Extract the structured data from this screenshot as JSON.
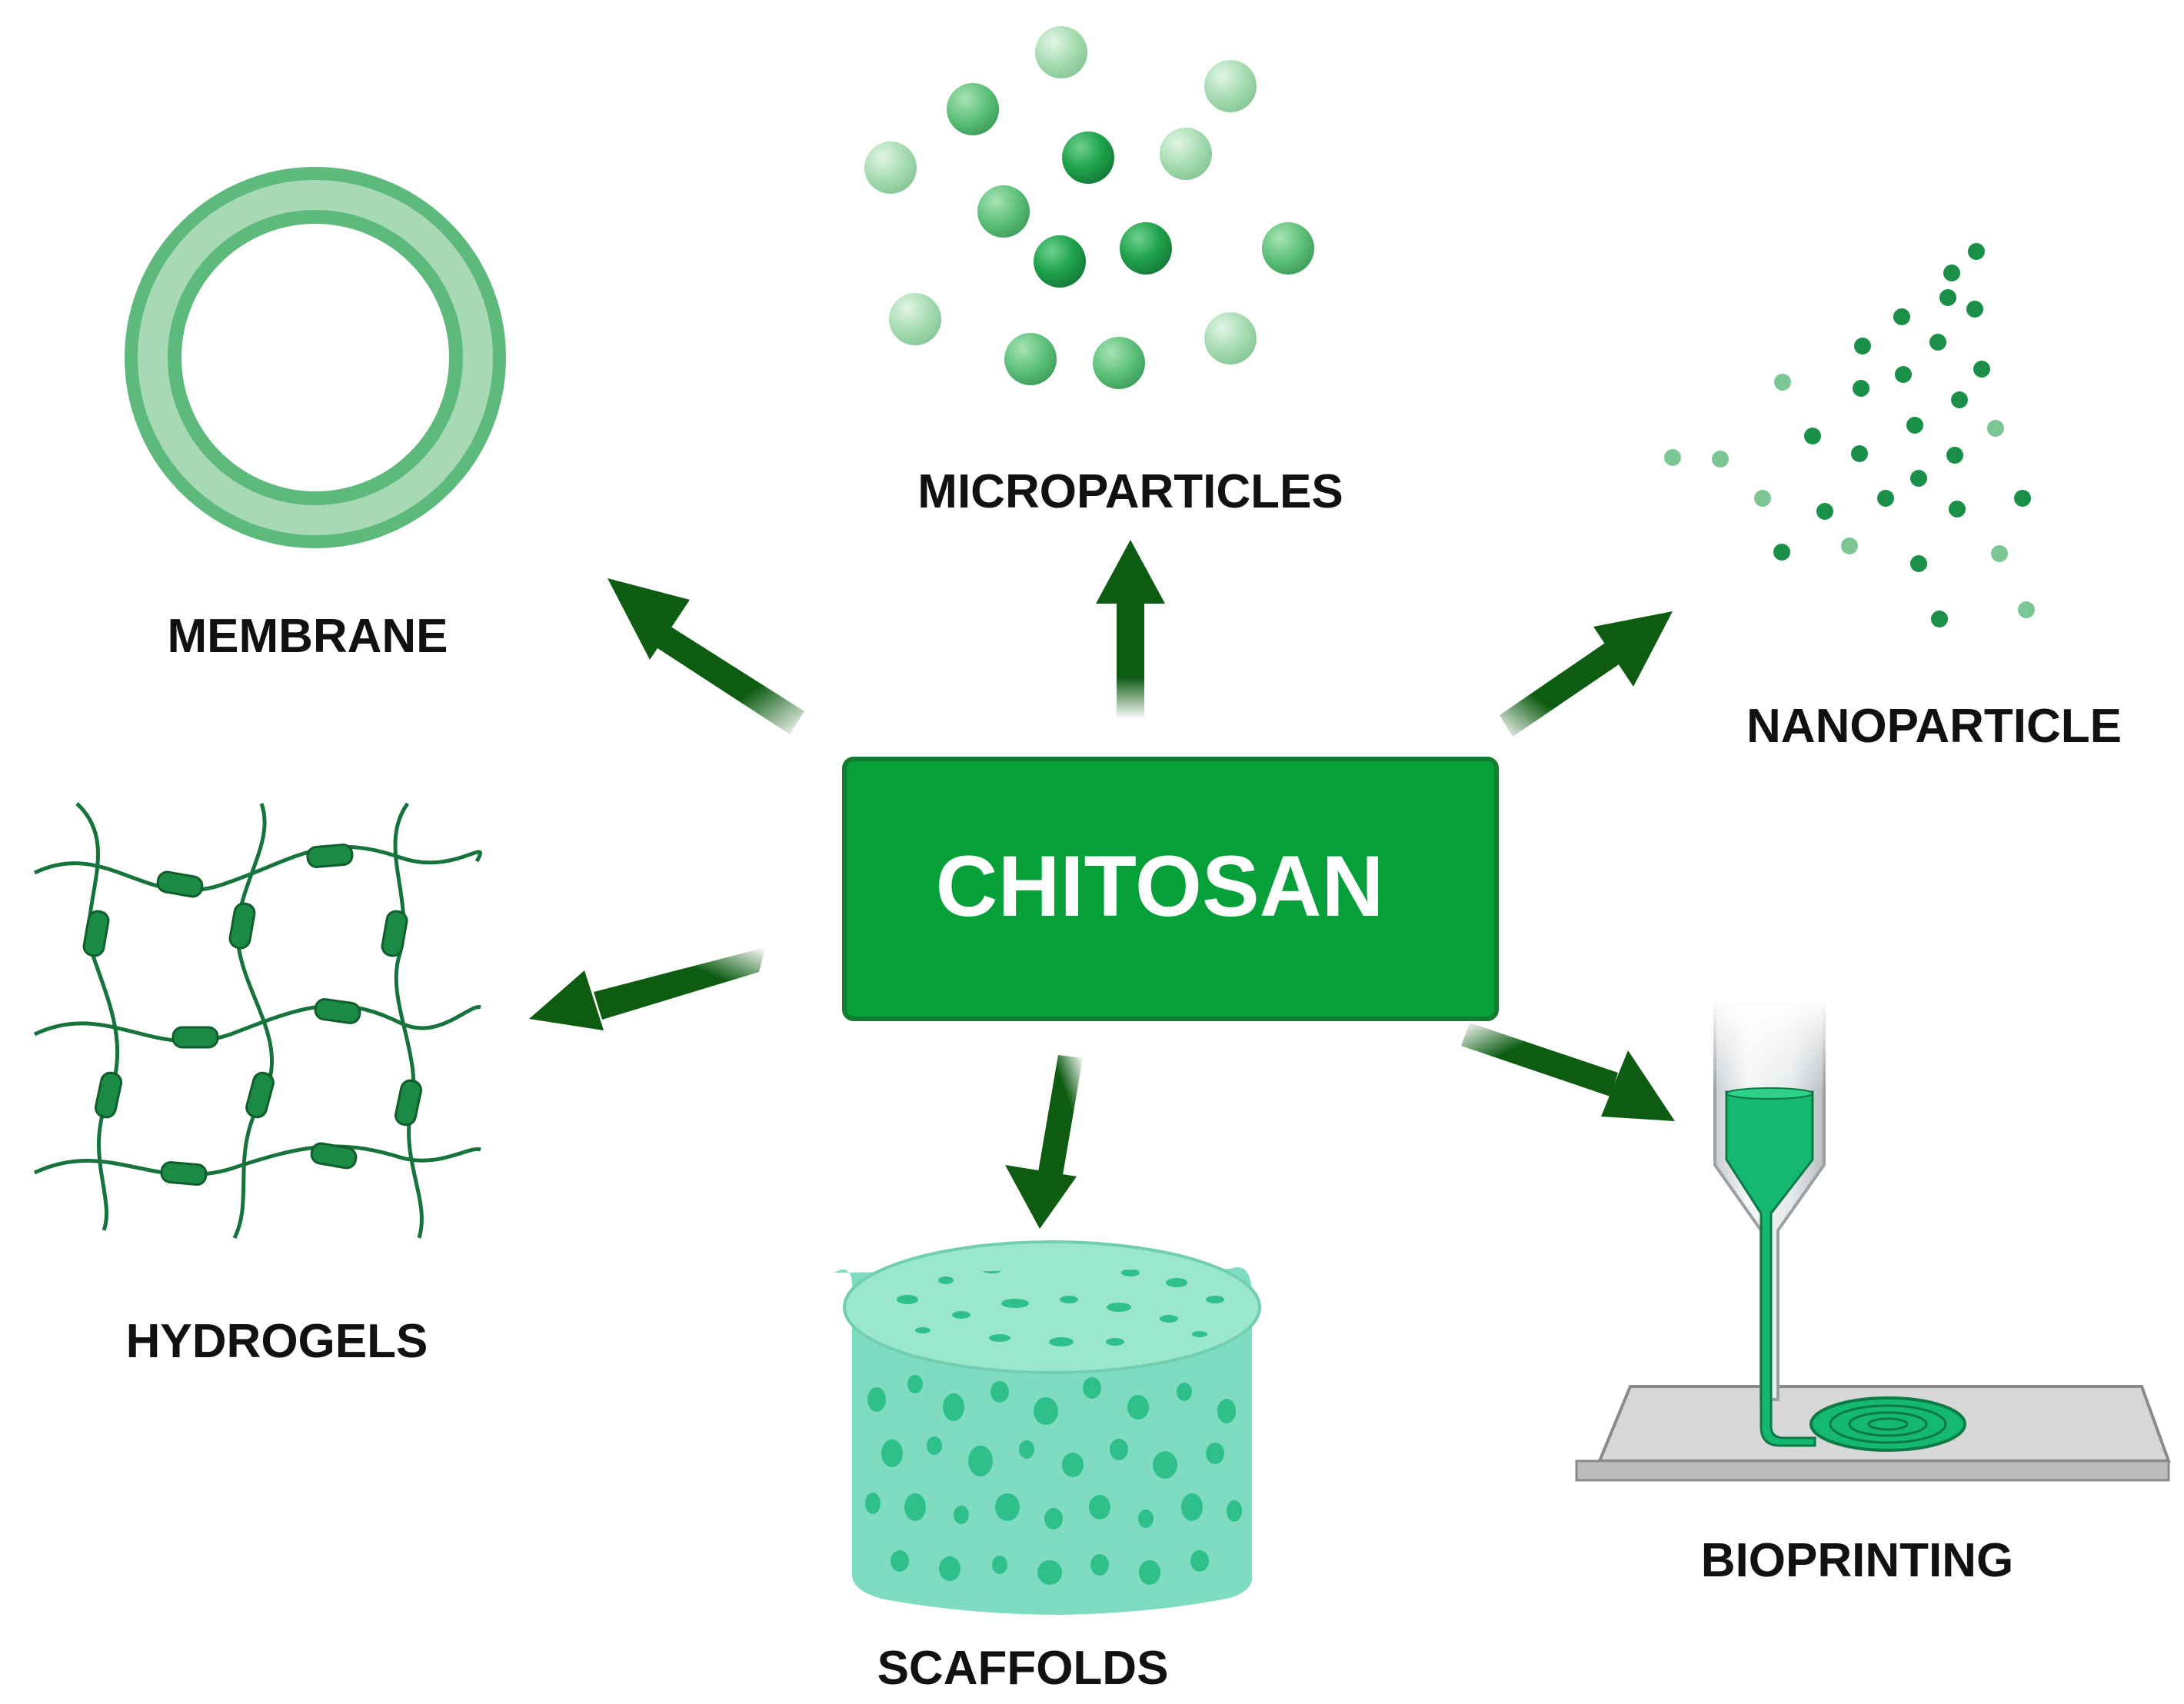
{
  "center": {
    "label": "CHITOSAN",
    "fill": "#05a03a",
    "border": "#127d30",
    "text_color": "#ffffff"
  },
  "nodes": [
    {
      "id": "membrane",
      "label": "MEMBRANE",
      "icon": "membrane-ring-icon"
    },
    {
      "id": "microparticles",
      "label": "MICROPARTICLES",
      "icon": "microparticles-icon"
    },
    {
      "id": "nanoparticle",
      "label": "NANOPARTICLE",
      "icon": "nanoparticle-icon"
    },
    {
      "id": "hydrogels",
      "label": "HYDROGELS",
      "icon": "hydrogel-network-icon"
    },
    {
      "id": "scaffolds",
      "label": "SCAFFOLDS",
      "icon": "porous-scaffold-icon"
    },
    {
      "id": "bioprinting",
      "label": "BIOPRINTING",
      "icon": "bioprinter-nozzle-icon"
    }
  ],
  "colors": {
    "arrow": "#0d5c12",
    "membrane_ring": "#5eb97c",
    "membrane_band": "#a7d9b5",
    "particle_dark": "#1fa34c",
    "particle_light": "#a5dbb0",
    "nano_dark": "#1a8f48",
    "nano_light": "#7cc595",
    "hydrogel_line": "#16733b",
    "scaffold": "#7fdcc0",
    "scaffold_pore": "#2fbf8a",
    "bioink": "#14b86e",
    "platform": "#d7d7d7"
  }
}
